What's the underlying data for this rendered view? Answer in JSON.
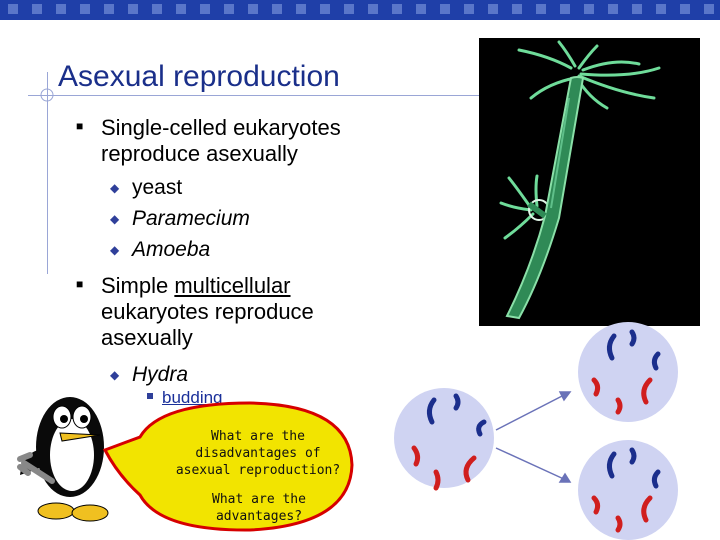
{
  "slide": {
    "title": "Asexual reproduction",
    "bullets": [
      {
        "text": "Single-celled eukaryotes reproduce asexually",
        "sub": [
          "yeast",
          "Paramecium",
          "Amoeba"
        ]
      },
      {
        "text_before": "Simple ",
        "text_link": "multicellular",
        "text_after": " eukaryotes reproduce asexually",
        "sub": [
          {
            "text": "Hydra",
            "sub": [
              "budding"
            ]
          }
        ]
      }
    ],
    "speech_bubble": {
      "question1": "What are the disadvantages of asexual reproduction?",
      "question2": "What are the advantages?"
    }
  },
  "colors": {
    "title": "#1a2f8a",
    "top_bar": "#1f3fa8",
    "bubble_fill": "#f2e400",
    "bubble_stroke": "#d60000",
    "cell_fill": "#cfd3f2",
    "chromosome_blue": "#1b2e8c",
    "chromosome_red": "#d01e1e"
  },
  "icons": [
    "penguin-mascot-icon",
    "hydra-photo",
    "dividing-cell-diagram"
  ]
}
